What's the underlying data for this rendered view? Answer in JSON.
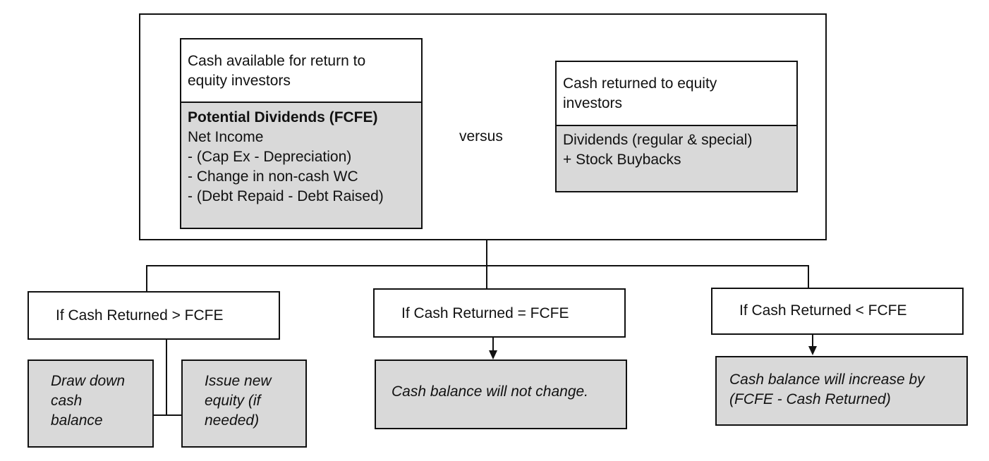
{
  "available": {
    "header_lines": [
      "Cash available for return to",
      "equity investors"
    ],
    "title": "Potential Dividends (FCFE)",
    "lines": [
      "Net Income",
      "- (Cap Ex - Depreciation)",
      "- Change in non-cash WC",
      "- (Debt Repaid - Debt Raised)"
    ]
  },
  "versus": "versus",
  "returned": {
    "header_lines": [
      "Cash returned to equity",
      "investors"
    ],
    "lines": [
      "Dividends (regular & special)",
      "+ Stock Buybacks"
    ]
  },
  "cases": [
    {
      "label": "If Cash Returned > FCFE",
      "outcomes": [
        {
          "lines": [
            "Draw down",
            "cash",
            "balance"
          ]
        },
        {
          "lines": [
            "Issue new",
            "equity (if",
            "needed)"
          ]
        }
      ]
    },
    {
      "label": "If Cash Returned = FCFE",
      "outcomes": [
        {
          "lines": [
            "Cash balance will not change."
          ]
        }
      ]
    },
    {
      "label": "If Cash Returned < FCFE",
      "outcomes": [
        {
          "lines": [
            "Cash balance will increase by",
            "(FCFE - Cash Returned)"
          ]
        }
      ]
    }
  ]
}
